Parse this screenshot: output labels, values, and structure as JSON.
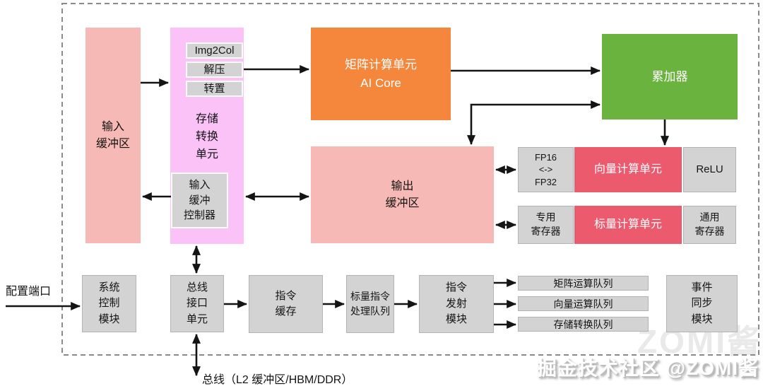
{
  "colors": {
    "salmon": "#f7b9b5",
    "magenta": "#fac2f7",
    "orange": "#f5873d",
    "green": "#6ab33e",
    "red": "#ec5a6e",
    "gray": "#d3d3d3",
    "arrow": "#141414",
    "border_dash": "#8a8a8a"
  },
  "blocks": {
    "input_buffer": {
      "label": "输入\n缓冲区"
    },
    "mte": {
      "label": "存储\n转换\n单元",
      "img2col": "Img2Col",
      "decompress": "解压",
      "transpose": "转置",
      "input_buffer_controller": "输入\n缓冲\n控制器"
    },
    "cube": {
      "label": "矩阵计算单元\nAI Core"
    },
    "accumulator": {
      "label": "累加器"
    },
    "output_buffer": {
      "label": "输出\n缓冲区"
    },
    "fp_convert": {
      "label": "FP16\n<->\nFP32"
    },
    "vector_unit": {
      "label": "向量计算单元"
    },
    "relu": {
      "label": "ReLU"
    },
    "special_regs": {
      "label": "专用\n寄存器"
    },
    "scalar_unit": {
      "label": "标量计算单元"
    },
    "general_regs": {
      "label": "通用\n寄存器"
    },
    "system_control": {
      "label": "系统\n控制\n模块"
    },
    "bus_interface": {
      "label": "总线\n接口\n单元"
    },
    "instr_cache": {
      "label": "指令\n缓存"
    },
    "scalar_instr_queue": {
      "label": "标量指令\n处理队列"
    },
    "instr_dispatch": {
      "label": "指令\n发射\n模块"
    },
    "matrix_queue": {
      "label": "矩阵运算队列"
    },
    "vector_queue": {
      "label": "向量运算队列"
    },
    "mte_queue": {
      "label": "存储转换队列"
    },
    "event_sync": {
      "label": "事件\n同步\n模块"
    }
  },
  "labels": {
    "config_port": "配置端口",
    "bus": "总线（L2 缓冲区/HBM/DDR）"
  },
  "watermark": "掘金技术社区 @ZOMI酱",
  "watermark_ghost": "ZOMI酱"
}
